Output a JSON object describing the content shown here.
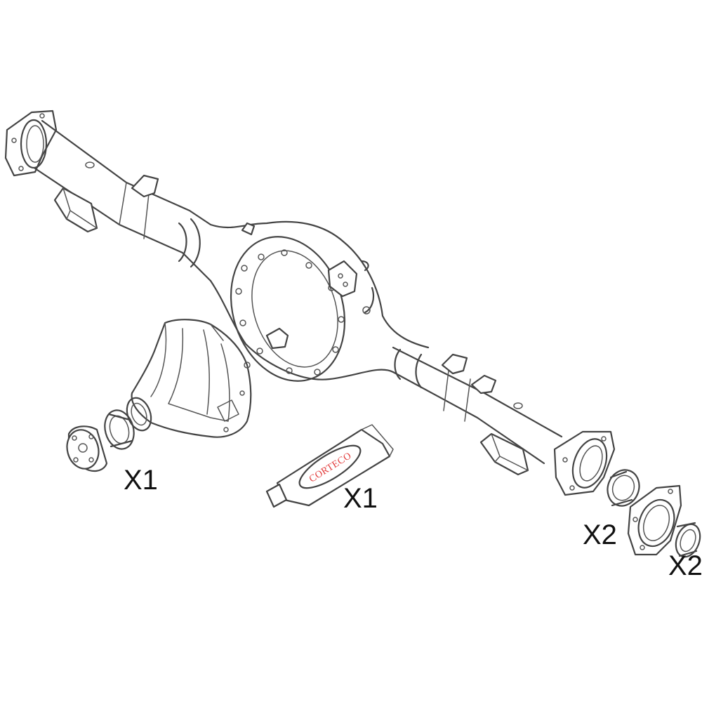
{
  "brand_label": "CORTECO",
  "brand_color": "#e23a3a",
  "line_color": "#444444",
  "quantities": [
    {
      "label": "X1"
    },
    {
      "label": "X1"
    },
    {
      "label": "X2"
    },
    {
      "label": "X2"
    }
  ]
}
